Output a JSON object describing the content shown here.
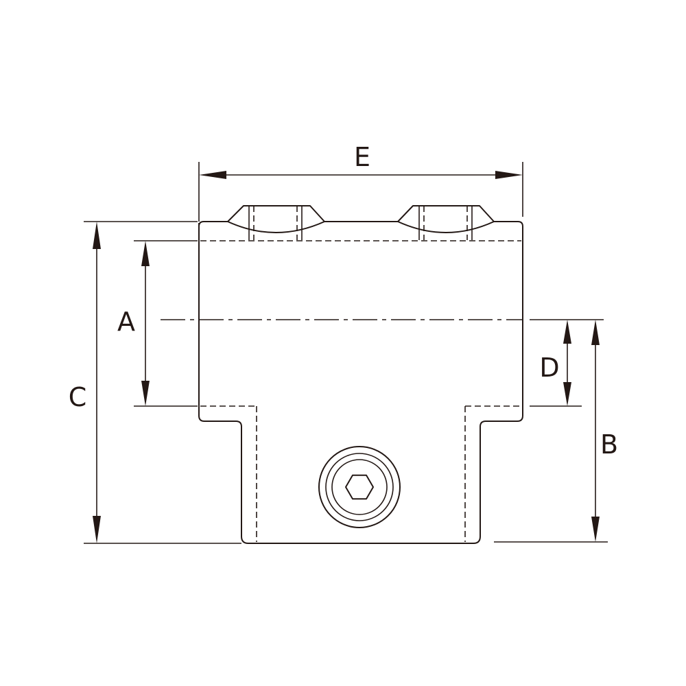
{
  "figure": {
    "line_color": "#231815",
    "dimension_labels": {
      "a": "A",
      "b": "B",
      "c": "C",
      "d": "D",
      "e": "E"
    }
  }
}
